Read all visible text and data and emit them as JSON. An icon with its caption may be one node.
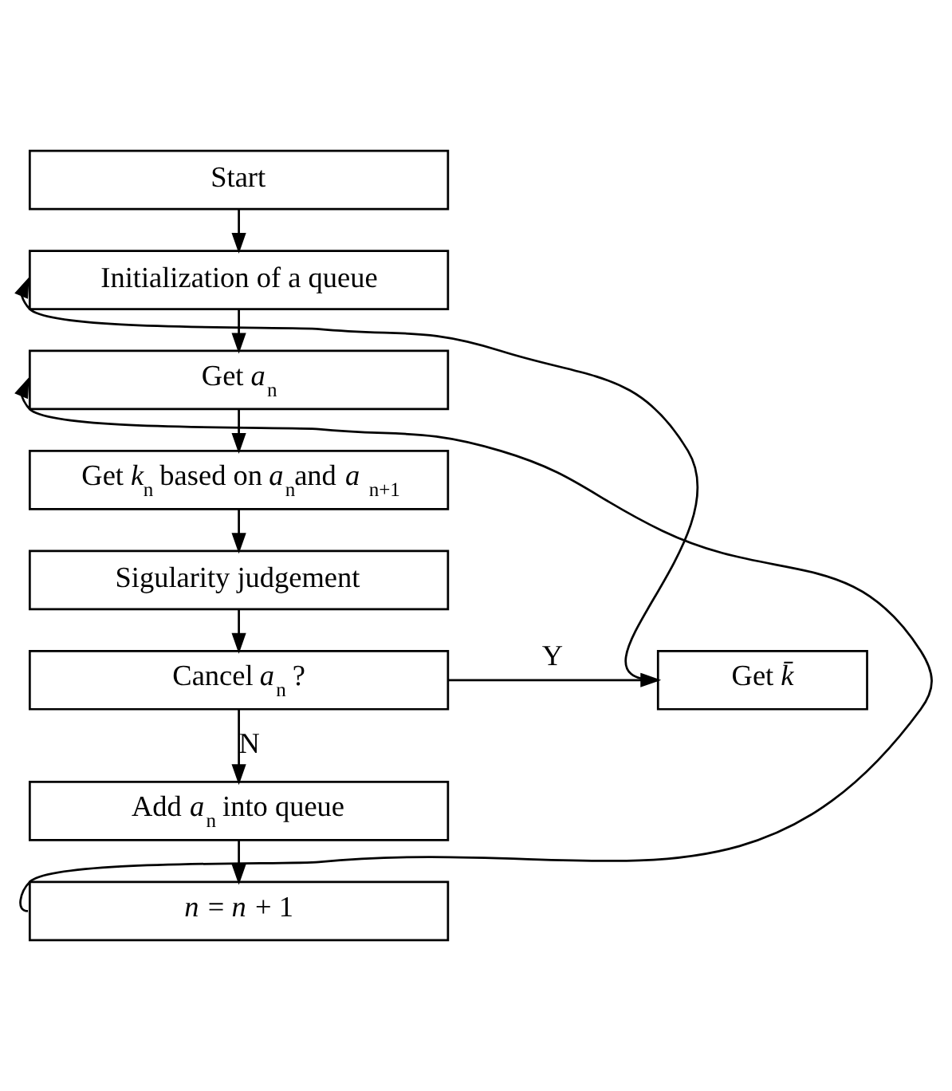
{
  "diagram": {
    "nodes": [
      {
        "text": [
          "Start"
        ]
      },
      {
        "text": [
          "Initialization of a queue"
        ]
      },
      {
        "text": [
          "Get *a*$_{n}$"
        ]
      },
      {
        "text": [
          "Get *k*$_{n}$ based on *a*$_{n}$and *a* $_{n+1}$"
        ]
      },
      {
        "text": [
          "Sigularity judgement"
        ]
      },
      {
        "text": [
          "Cancel *a*$_{n}$ ?"
        ]
      },
      {
        "text": [
          "Get *k̄*"
        ]
      },
      {
        "text": [
          "Add *a*$_{n}$ into queue"
        ]
      },
      {
        "text": [
          "*n* = *n* + 1"
        ]
      }
    ],
    "edges": [
      {
        "from": 0,
        "to": 1,
        "arrow": "to"
      },
      {
        "from": 1,
        "to": 2,
        "arrow": "to"
      },
      {
        "from": 2,
        "to": 3,
        "arrow": "to"
      },
      {
        "from": 3,
        "to": 4,
        "arrow": "to"
      },
      {
        "from": 4,
        "to": 5,
        "arrow": "to"
      },
      {
        "from": 5,
        "to": 6,
        "arrow": "to",
        "label": "Y"
      },
      {
        "from": 6,
        "to": 1,
        "arrow": "to"
      },
      {
        "from": 5,
        "to": 7,
        "arrow": "to",
        "label": "N"
      },
      {
        "from": 7,
        "to": 8,
        "arrow": "to"
      },
      {
        "from": 8,
        "to": 2,
        "arrow": "to"
      }
    ]
  }
}
